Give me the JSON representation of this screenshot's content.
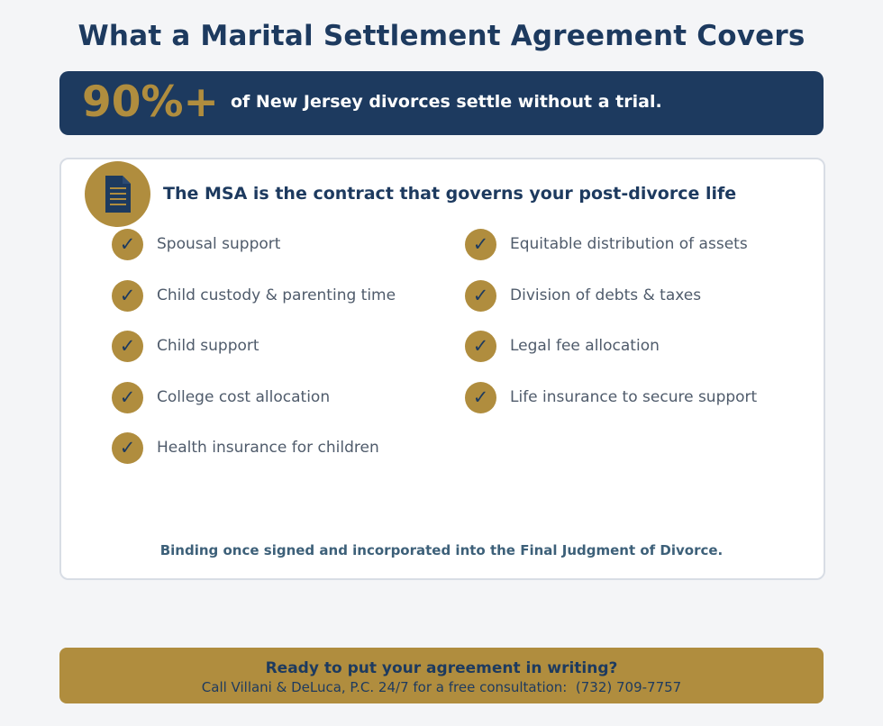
{
  "title": "What a Marital Settlement Agreement Covers",
  "stat": {
    "number": "90%+",
    "text": "of New Jersey divorces settle without a trial."
  },
  "card": {
    "icon": "document-icon",
    "heading": "The MSA is the contract that governs your post-divorce life",
    "left_items": [
      "Spousal support",
      "Child custody & parenting time",
      "Child support",
      "College cost allocation",
      "Health insurance for children"
    ],
    "right_items": [
      "Equitable distribution of assets",
      "Division of debts & taxes",
      "Legal fee allocation",
      "Life insurance to secure support"
    ],
    "check_glyph": "✓",
    "note": "Binding once signed and incorporated into the Final Judgment of Divorce."
  },
  "cta": {
    "title": "Ready to put your agreement in writing?",
    "subtitle": "Call Villani & DeLuca, P.C. 24/7 for a free consultation:  (732) 709-7757"
  },
  "colors": {
    "navy": "#1d3a5f",
    "gold": "#b08d3e",
    "background": "#f4f5f7",
    "text_gray": "#4f5b6b"
  }
}
